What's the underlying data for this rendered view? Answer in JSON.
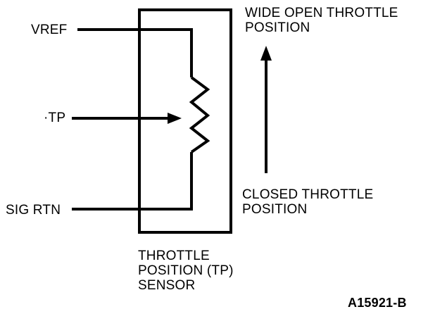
{
  "labels": {
    "vref": "VREF",
    "tp": "·TP",
    "sig_rtn": "SIG RTN",
    "wot_line1": "WIDE OPEN THROTTLE",
    "wot_line2": "POSITION",
    "closed_line1": "CLOSED THROTTLE",
    "closed_line2": "POSITION",
    "sensor_line1": "THROTTLE",
    "sensor_line2": "POSITION (TP)",
    "sensor_line3": "SENSOR",
    "figure_id": "A15921-B"
  },
  "colors": {
    "ink": "#000000",
    "background": "#ffffff"
  },
  "icons": {
    "resistor": "potentiometer-zigzag-icon",
    "wiper_arrow": "arrow-right-icon",
    "travel_arrow": "arrow-up-icon"
  }
}
